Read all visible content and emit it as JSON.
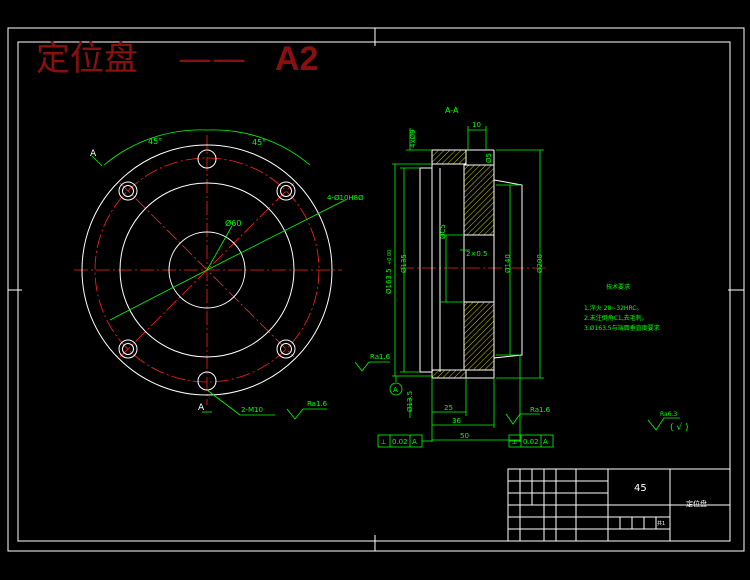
{
  "header": {
    "title_cn": "定位盘",
    "dash": "——",
    "size": "A2"
  },
  "front_view": {
    "angle_left": "45°",
    "angle_right": "45°",
    "section_mark_top": "A",
    "section_mark_bottom": "A",
    "dim_center": "Ø60",
    "dim_hole_callout": "4-Ø10H8Ø",
    "dim_bottom_callout": "2-M10",
    "roughness": "Ra1.6"
  },
  "section_view": {
    "label": "A-A",
    "dim_top_width": "10",
    "dim_left_top": "4xØ9",
    "dim_small_step": "Ø5",
    "dim_bore_inner": "ØC5",
    "dim_d2": "Ø135",
    "dim_d1": "Ø163.5",
    "dim_d1_tol": "+0.00",
    "dim_chamfer": "2×0.5",
    "dim_hub": "Ø140",
    "dim_outer": "Ø200",
    "dim_25": "25",
    "dim_36": "36",
    "dim_50": "50",
    "dim_left_bottom": "Ø13.5",
    "datum_letter": "A",
    "roughness_left": "Ra1.6",
    "roughness_right": "Ra1.6",
    "tol_left": {
      "sym": "⟂",
      "val": "0.02",
      "datum": "A"
    },
    "tol_right": {
      "sym": "⟂",
      "val": "0.02",
      "datum": "A"
    }
  },
  "notes": {
    "title": "技术要求",
    "items": [
      "1.淬火 28~32HRC。",
      "2.未注倒角C1,去毛刺。",
      "3.Ø163.5与端面垂直度要求"
    ]
  },
  "roughness_misc": {
    "text": "Ra6.3",
    "paren": "( √ )"
  },
  "title_block": {
    "material": "45",
    "part_name": "定位盘",
    "sheet": "共1"
  },
  "colors": {
    "background": "#000000",
    "frame": "#ffffff",
    "dimension": "#00ff00",
    "centerline": "#ff2020",
    "title": "#8a1010",
    "hatch": "#ffff00"
  }
}
